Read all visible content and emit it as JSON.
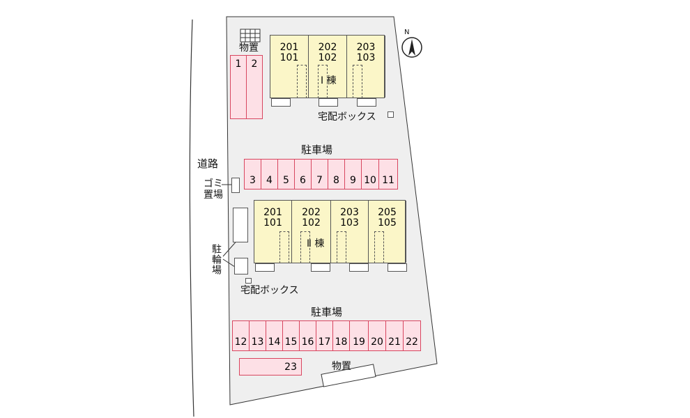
{
  "road_label": "道路",
  "north_label": "N",
  "building1": {
    "name": "Ⅰ 棟",
    "units": [
      {
        "upper": "201",
        "lower": "101"
      },
      {
        "upper": "202",
        "lower": "102"
      },
      {
        "upper": "203",
        "lower": "103"
      }
    ],
    "storage_label": "物置",
    "delivery_box_label": "宅配ボックス"
  },
  "building2": {
    "name": "Ⅱ 棟",
    "units": [
      {
        "upper": "201",
        "lower": "101"
      },
      {
        "upper": "202",
        "lower": "102"
      },
      {
        "upper": "203",
        "lower": "103"
      },
      {
        "upper": "205",
        "lower": "105"
      }
    ],
    "delivery_box_label": "宅配ボックス"
  },
  "parking_top_label": "駐車場",
  "parking_bottom_label": "駐車場",
  "garbage_label": "ゴミ置場",
  "bicycle_label": "駐輪場",
  "storage_bottom_label": "物置",
  "stalls_left": [
    "1",
    "2"
  ],
  "stalls_row1": [
    "3",
    "4",
    "5",
    "6",
    "7",
    "8",
    "9",
    "10",
    "11"
  ],
  "stalls_row2": [
    "12",
    "13",
    "14",
    "15",
    "16",
    "17",
    "18",
    "19",
    "20",
    "21",
    "22"
  ],
  "stall_23": "23",
  "colors": {
    "lot": "#efefef",
    "building": "#fbf6c8",
    "stall_fill": "#fde0e6",
    "stall_border": "#d8455f"
  }
}
